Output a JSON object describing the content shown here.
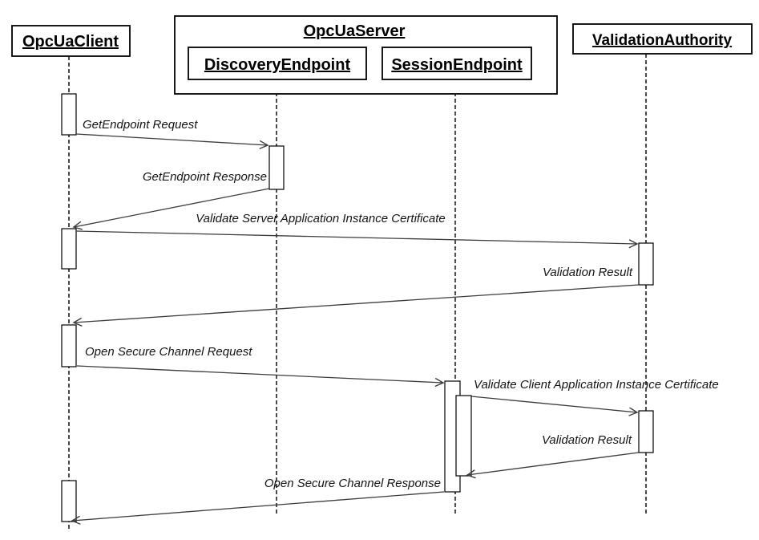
{
  "diagram": {
    "type": "uml-sequence-diagram",
    "subject": "OPC UA secure channel establishment"
  },
  "colors": {
    "background": "#ffffff",
    "box_border": "#000000",
    "lifeline": "#000000",
    "message_line": "#3c3c3c",
    "text": "#000000"
  },
  "participants": {
    "client": {
      "label": "OpcUaClient"
    },
    "server": {
      "label": "OpcUaServer",
      "contains": [
        "DiscoveryEndpoint",
        "SessionEndpoint"
      ]
    },
    "discovery": {
      "label": "DiscoveryEndpoint",
      "parent": "OpcUaServer"
    },
    "session": {
      "label": "SessionEndpoint",
      "parent": "OpcUaServer"
    },
    "authority": {
      "label": "ValidationAuthority"
    }
  },
  "messages": {
    "get_endpoint_request": {
      "label": "GetEndpoint Request",
      "from": "OpcUaClient",
      "to": "DiscoveryEndpoint"
    },
    "get_endpoint_response": {
      "label": "GetEndpoint Response",
      "from": "DiscoveryEndpoint",
      "to": "OpcUaClient"
    },
    "validate_server_certificate": {
      "label": "Validate Server Application Instance Certificate",
      "from": "OpcUaClient",
      "to": "ValidationAuthority"
    },
    "validation_result_server": {
      "label": "Validation Result",
      "from": "ValidationAuthority",
      "to": "OpcUaClient"
    },
    "open_secure_channel_request": {
      "label": "Open Secure Channel Request",
      "from": "OpcUaClient",
      "to": "SessionEndpoint"
    },
    "validate_client_certificate": {
      "label": "Validate Client Application Instance Certificate",
      "from": "SessionEndpoint",
      "to": "ValidationAuthority"
    },
    "validation_result_client": {
      "label": "Validation Result",
      "from": "ValidationAuthority",
      "to": "SessionEndpoint"
    },
    "open_secure_channel_response": {
      "label": "Open Secure Channel Response",
      "from": "SessionEndpoint",
      "to": "OpcUaClient"
    }
  }
}
